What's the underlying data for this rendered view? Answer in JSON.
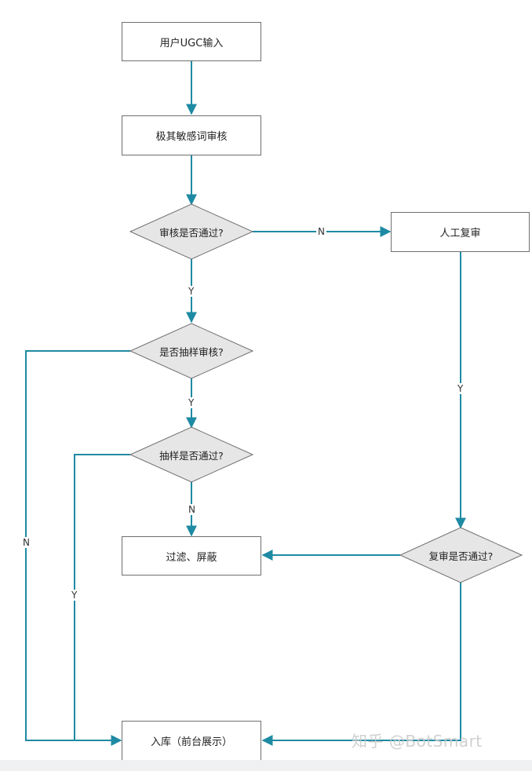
{
  "nodes": {
    "ugc_input": "用户UGC输入",
    "keyword_review": "极其敏感词审核",
    "review_pass": "审核是否通过?",
    "manual_recheck": "人工复审",
    "sample_review": "是否抽样审核?",
    "sample_pass": "抽样是否通过?",
    "filter_block": "过滤、屏蔽",
    "recheck_pass": "复审是否通过?",
    "store_display": "入库（前台展示）"
  },
  "edges": {
    "review_pass_no": "N",
    "review_pass_yes": "Y",
    "manual_recheck_yes": "Y",
    "sample_review_yes": "Y",
    "sample_review_no": "N",
    "sample_pass_no": "N",
    "sample_pass_yes": "Y"
  },
  "watermark": "知乎 @BotSmart",
  "colors": {
    "arrow": "#1e8aa3",
    "box_border": "#6f6f6f",
    "diamond_fill": "#e6e6e6"
  }
}
